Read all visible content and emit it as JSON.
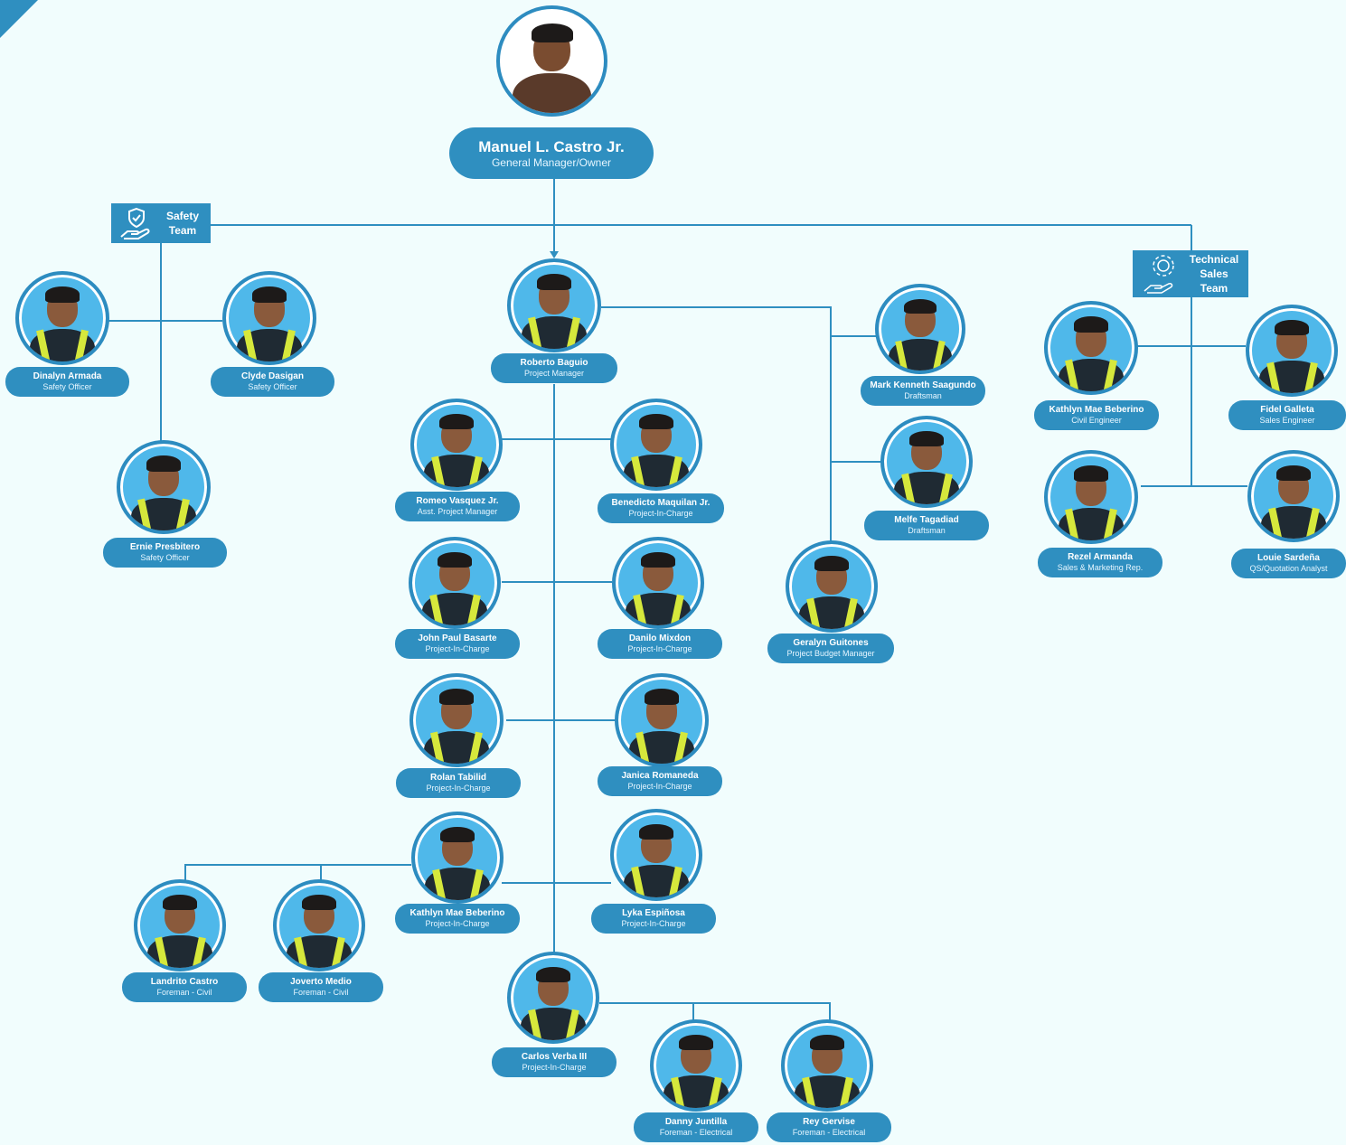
{
  "owner": {
    "name": "Manuel L. Castro Jr.",
    "role": "General Manager/Owner"
  },
  "teams": {
    "safety": {
      "line1": "Safety",
      "line2": "Team",
      "icon": "safety-hand-shield-icon"
    },
    "technical_sales": {
      "line1": "Technical",
      "line2": "Sales",
      "line3": "Team",
      "icon": "gear-hand-icon"
    }
  },
  "people": {
    "dinalyn": {
      "name": "Dinalyn Armada",
      "role": "Safety Officer"
    },
    "clyde": {
      "name": "Clyde Dasigan",
      "role": "Safety Officer"
    },
    "ernie": {
      "name": "Ernie Presbitero",
      "role": "Safety Officer"
    },
    "roberto": {
      "name": "Roberto Baguio",
      "role": "Project Manager"
    },
    "romeo": {
      "name": "Romeo Vasquez Jr.",
      "role": "Asst. Project Manager"
    },
    "benedicto": {
      "name": "Benedicto Maquilan Jr.",
      "role": "Project-In-Charge"
    },
    "john": {
      "name": "John Paul Basarte",
      "role": "Project-In-Charge"
    },
    "danilo": {
      "name": "Danilo Mixdon",
      "role": "Project-In-Charge"
    },
    "rolan": {
      "name": "Rolan Tabilid",
      "role": "Project-In-Charge"
    },
    "janica": {
      "name": "Janica Romaneda",
      "role": "Project-In-Charge"
    },
    "kathlyn_pic": {
      "name": "Kathlyn Mae Beberino",
      "role": "Project-In-Charge"
    },
    "lyka": {
      "name": "Lyka Espiñosa",
      "role": "Project-In-Charge"
    },
    "landrito": {
      "name": "Landrito Castro",
      "role": "Foreman - Civil"
    },
    "joverto": {
      "name": "Joverto Medio",
      "role": "Foreman - Civil"
    },
    "carlos": {
      "name": "Carlos Verba III",
      "role": "Project-In-Charge"
    },
    "danny": {
      "name": "Danny Juntilla",
      "role": "Foreman - Electrical"
    },
    "rey": {
      "name": "Rey Gervise",
      "role": "Foreman - Electrical"
    },
    "mark": {
      "name": "Mark Kenneth Saagundo",
      "role": "Draftsman"
    },
    "melfe": {
      "name": "Melfe Tagadiad",
      "role": "Draftsman"
    },
    "geralyn": {
      "name": "Geralyn Guitones",
      "role": "Project Budget Manager"
    },
    "kathlyn_ce": {
      "name": "Kathlyn Mae Beberino",
      "role": "Civil Engineer"
    },
    "fidel": {
      "name": "Fidel Galleta",
      "role": "Sales Engineer"
    },
    "rezel": {
      "name": "Rezel Armanda",
      "role": "Sales & Marketing Rep."
    },
    "louie": {
      "name": "Louie Sardeña",
      "role": "QS/Quotation Analyst"
    }
  },
  "colors": {
    "background": "#f1fdfd",
    "primary": "#2f8fc0",
    "photo_bg": "#4fb8ea"
  }
}
